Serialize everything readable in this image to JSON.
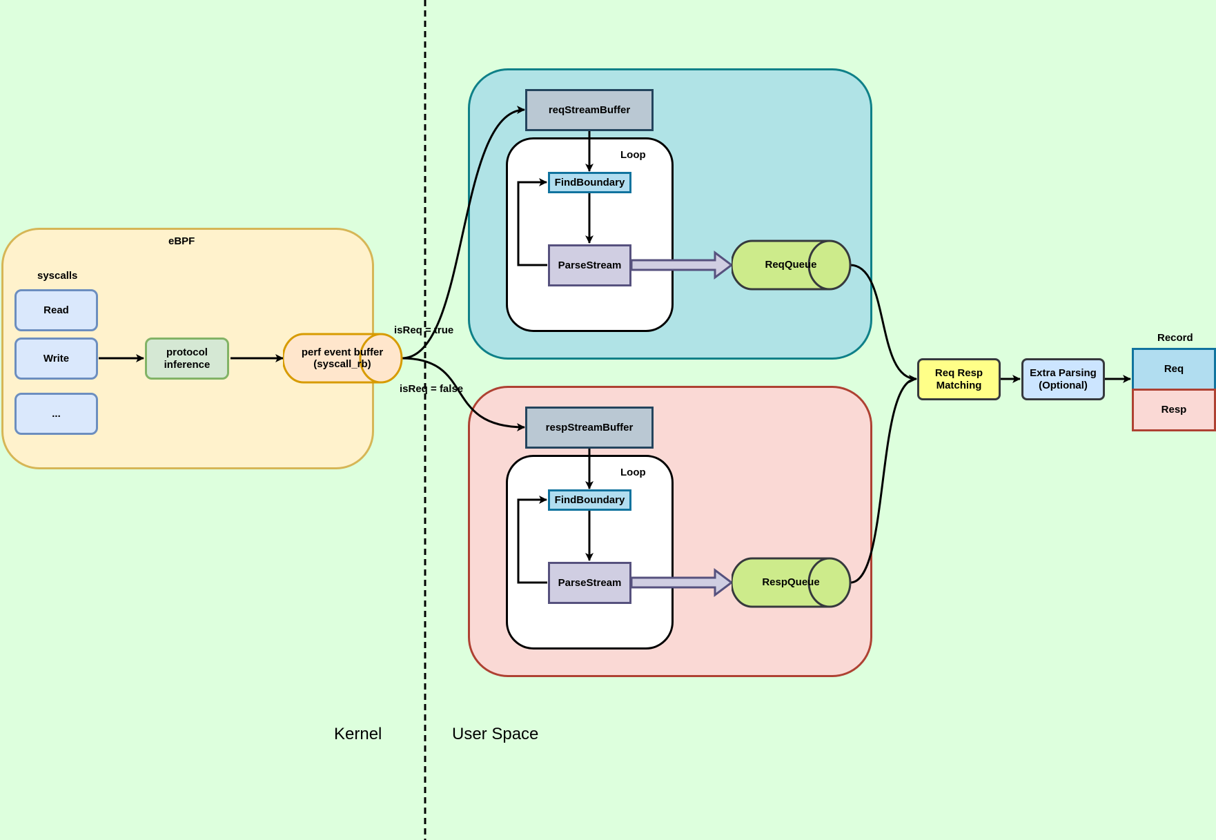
{
  "ebpf": {
    "title": "eBPF",
    "syscalls_label": "syscalls",
    "syscalls": [
      "Read",
      "Write",
      "..."
    ],
    "protocol_inference": "protocol\ninference",
    "perf_buffer_line1": "perf event buffer",
    "perf_buffer_line2": "(syscall_rb)"
  },
  "edges": {
    "is_req_true": "isReq = true",
    "is_req_false": "isReq = false"
  },
  "req_group": {
    "stream_buffer": "reqStreamBuffer",
    "loop": "Loop",
    "find_boundary": "FindBoundary",
    "parse_stream": "ParseStream",
    "queue": "ReqQueue"
  },
  "resp_group": {
    "stream_buffer": "respStreamBuffer",
    "loop": "Loop",
    "find_boundary": "FindBoundary",
    "parse_stream": "ParseStream",
    "queue": "RespQueue"
  },
  "matching": {
    "line1": "Req Resp",
    "line2": "Matching"
  },
  "extra_parsing": {
    "line1": "Extra Parsing",
    "line2": "(Optional)"
  },
  "record": {
    "title": "Record",
    "req": "Req",
    "resp": "Resp"
  },
  "regions": {
    "kernel": "Kernel",
    "user_space": "User Space"
  },
  "colors": {
    "background": "#ddffdd",
    "ebpf_fill": "#fff2cc",
    "ebpf_stroke": "#d6b656",
    "syscall_fill": "#dae8fc",
    "syscall_stroke": "#6c8ebf",
    "protocol_fill": "#d5e8d4",
    "protocol_stroke": "#82b366",
    "perf_fill": "#ffe6cc",
    "perf_stroke": "#d79b00",
    "req_group_fill": "#b0e3e6",
    "req_group_stroke": "#0e8088",
    "resp_group_fill": "#fad9d5",
    "resp_group_stroke": "#ae4132",
    "stream_buffer_fill": "#bac8d3",
    "stream_buffer_stroke": "#23445d",
    "find_boundary_fill": "#b1ddf0",
    "find_boundary_stroke": "#10739e",
    "parse_stream_fill": "#d0cee2",
    "parse_stream_stroke": "#56517e",
    "queue_fill": "#cdeb8b",
    "queue_stroke": "#36393d",
    "matching_fill": "#ffff88",
    "extra_fill": "#cce5ff",
    "record_req_fill": "#b1ddf0",
    "record_resp_fill": "#fad9d5"
  }
}
